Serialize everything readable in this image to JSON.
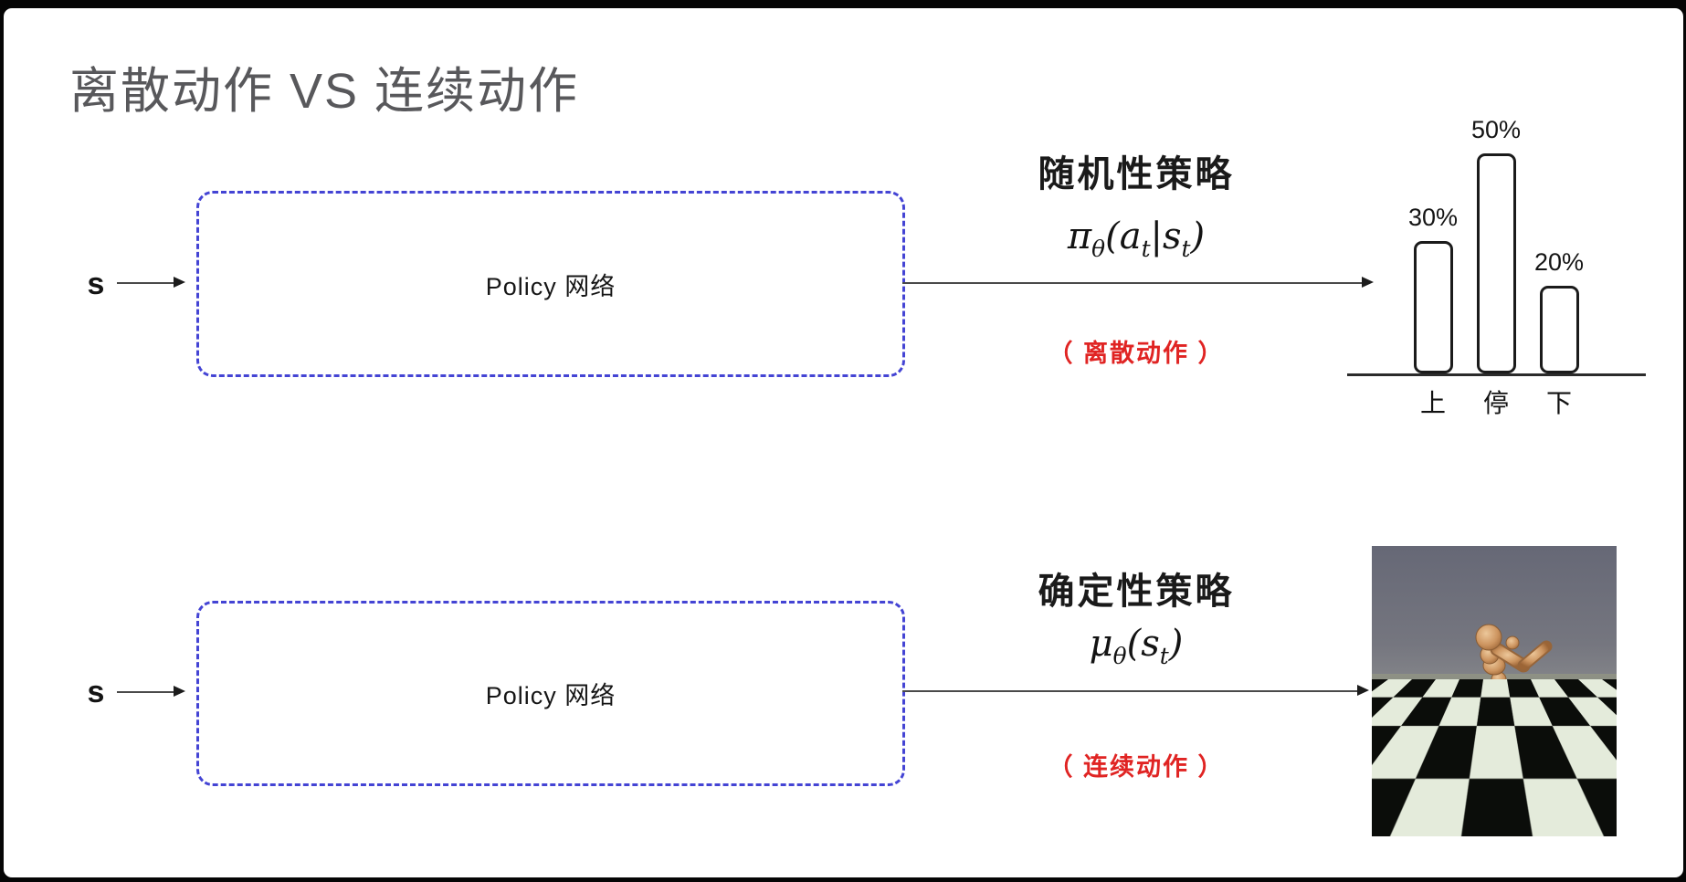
{
  "slide": {
    "title": "离散动作 VS 连续动作"
  },
  "rows": [
    {
      "id": "discrete",
      "input_label": "s",
      "box_label": "Policy 网络",
      "policy_type": "随机性策略",
      "formula": "π_{θ}(a_{t}|s_{t})",
      "action_note": "（ 离散动作 ）"
    },
    {
      "id": "continuous",
      "input_label": "s",
      "box_label": "Policy 网络",
      "policy_type": "确定性策略",
      "formula": "μ_{θ}(s_{t})",
      "action_note": "（ 连续动作 ）"
    }
  ],
  "chart_data": {
    "type": "bar",
    "title": "",
    "xlabel": "",
    "ylabel": "",
    "categories": [
      "上",
      "停",
      "下"
    ],
    "values": [
      30,
      50,
      20
    ],
    "labels": [
      "30%",
      "50%",
      "20%"
    ],
    "unit": "%",
    "ylim": [
      0,
      60
    ],
    "grid": false,
    "legend": false,
    "bar_style": "outlined-rounded"
  },
  "colors": {
    "box_border_blue": "#4444d4",
    "highlight_red": "#e02423",
    "title_gray": "#58585b",
    "bar_outline": "#1b1b1b",
    "deco_blue": "#3232e9",
    "mujoco_sky": "#666876",
    "mujoco_floor_light": "#e4ebdb",
    "mujoco_floor_dark": "#0b0d0a",
    "humanoid_skin": "#cd9560"
  }
}
